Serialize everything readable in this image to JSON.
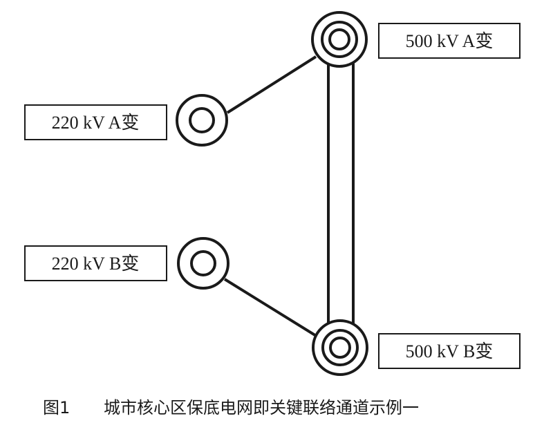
{
  "diagram": {
    "nodes": {
      "sub_500_a": {
        "label": "500 kV A变",
        "level": "500 kV"
      },
      "sub_500_b": {
        "label": "500 kV B变",
        "level": "500 kV"
      },
      "sub_220_a": {
        "label": "220 kV A变",
        "level": "220 kV"
      },
      "sub_220_b": {
        "label": "220 kV B变",
        "level": "220 kV"
      }
    },
    "edges": [
      {
        "from": "sub_220_a",
        "to": "sub_500_a",
        "type": "single"
      },
      {
        "from": "sub_220_b",
        "to": "sub_500_b",
        "type": "single"
      },
      {
        "from": "sub_500_a",
        "to": "sub_500_b",
        "type": "double"
      }
    ],
    "caption": {
      "number": "图1",
      "text": "城市核心区保底电网即关键联络通道示例一"
    }
  },
  "colors": {
    "stroke": "#1a1a1a",
    "background": "#ffffff"
  }
}
